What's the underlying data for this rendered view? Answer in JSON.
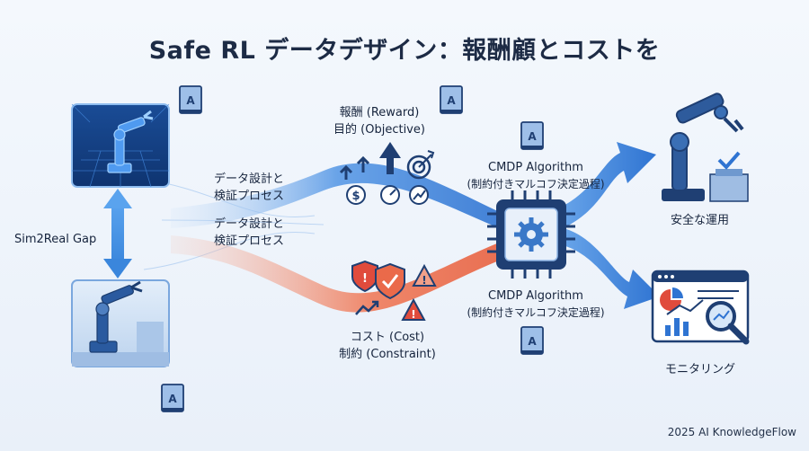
{
  "title": "Safe RL データデザイン：報酬顧とコストを",
  "gap_label": "Sim2Real Gap",
  "process_upper": [
    "データ設計と",
    "検証プロセス"
  ],
  "process_lower": [
    "データ設計と",
    "検証プロセス"
  ],
  "reward": [
    "報酬 (Reward)",
    "目的 (Objective)"
  ],
  "cost": [
    "コスト (Cost)",
    "制約 (Constraint)"
  ],
  "cmdp_upper": [
    "CMDP Algorithm",
    "(制約付きマルコフ決定過程)"
  ],
  "cmdp_lower": [
    "CMDP Algorithm",
    "(制約付きマルコフ決定過程)"
  ],
  "output_safe": "安全な運用",
  "output_monitor": "モニタリング",
  "book_letter": "A",
  "footer": "2025 AI KnowledgeFlow",
  "colors": {
    "reward_stream": "#3f86e0",
    "cost_stream": "#ea6a4a",
    "navy": "#1f3f73",
    "warning": "#e04b3c",
    "background": "#eef3fa"
  }
}
